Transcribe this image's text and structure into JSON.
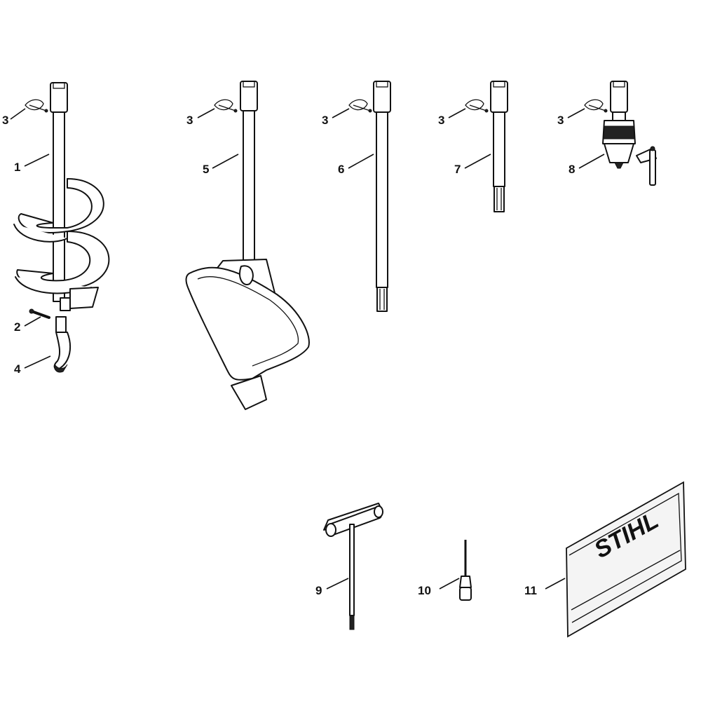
{
  "callouts": {
    "c1": "1",
    "c2": "2",
    "c3a": "3",
    "c3b": "3",
    "c3c": "3",
    "c3d": "3",
    "c3e": "3",
    "c4": "4",
    "c5": "5",
    "c6": "6",
    "c7": "7",
    "c8": "8",
    "c9": "9",
    "c10": "10",
    "c11": "11"
  },
  "pouch_logo": "STIHL"
}
